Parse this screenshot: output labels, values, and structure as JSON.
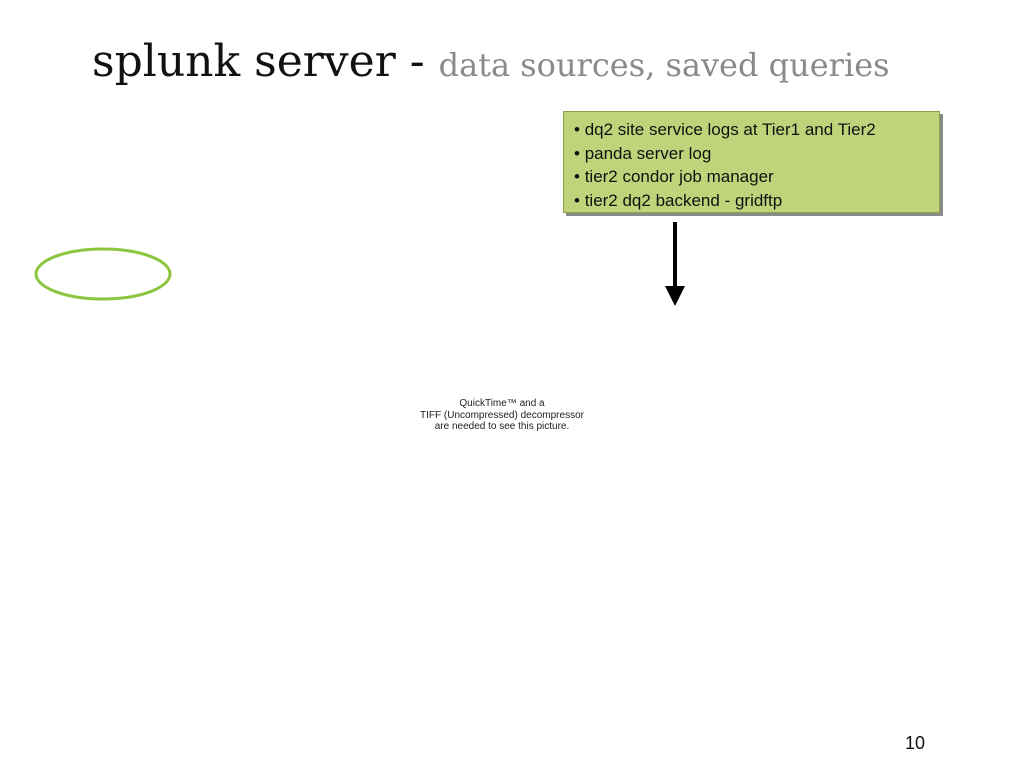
{
  "slide": {
    "title_main": "splunk server - ",
    "title_sub": "data sources, saved queries",
    "page_number": "10"
  },
  "callout": {
    "items": [
      "dq2 site service logs at Tier1 and Tier2",
      "panda server log",
      "tier2 condor job manager",
      "tier2 dq2 backend - gridftp"
    ],
    "fill_color": "#bfd47a"
  },
  "placeholder": {
    "lines": [
      "QuickTime™ and a",
      "TIFF (Uncompressed) decompressor",
      "are needed to see this picture."
    ]
  },
  "annotation": {
    "ellipse_color": "#8cc63f",
    "arrow_color": "#000000",
    "arrow_icon": "arrow-down-icon"
  }
}
